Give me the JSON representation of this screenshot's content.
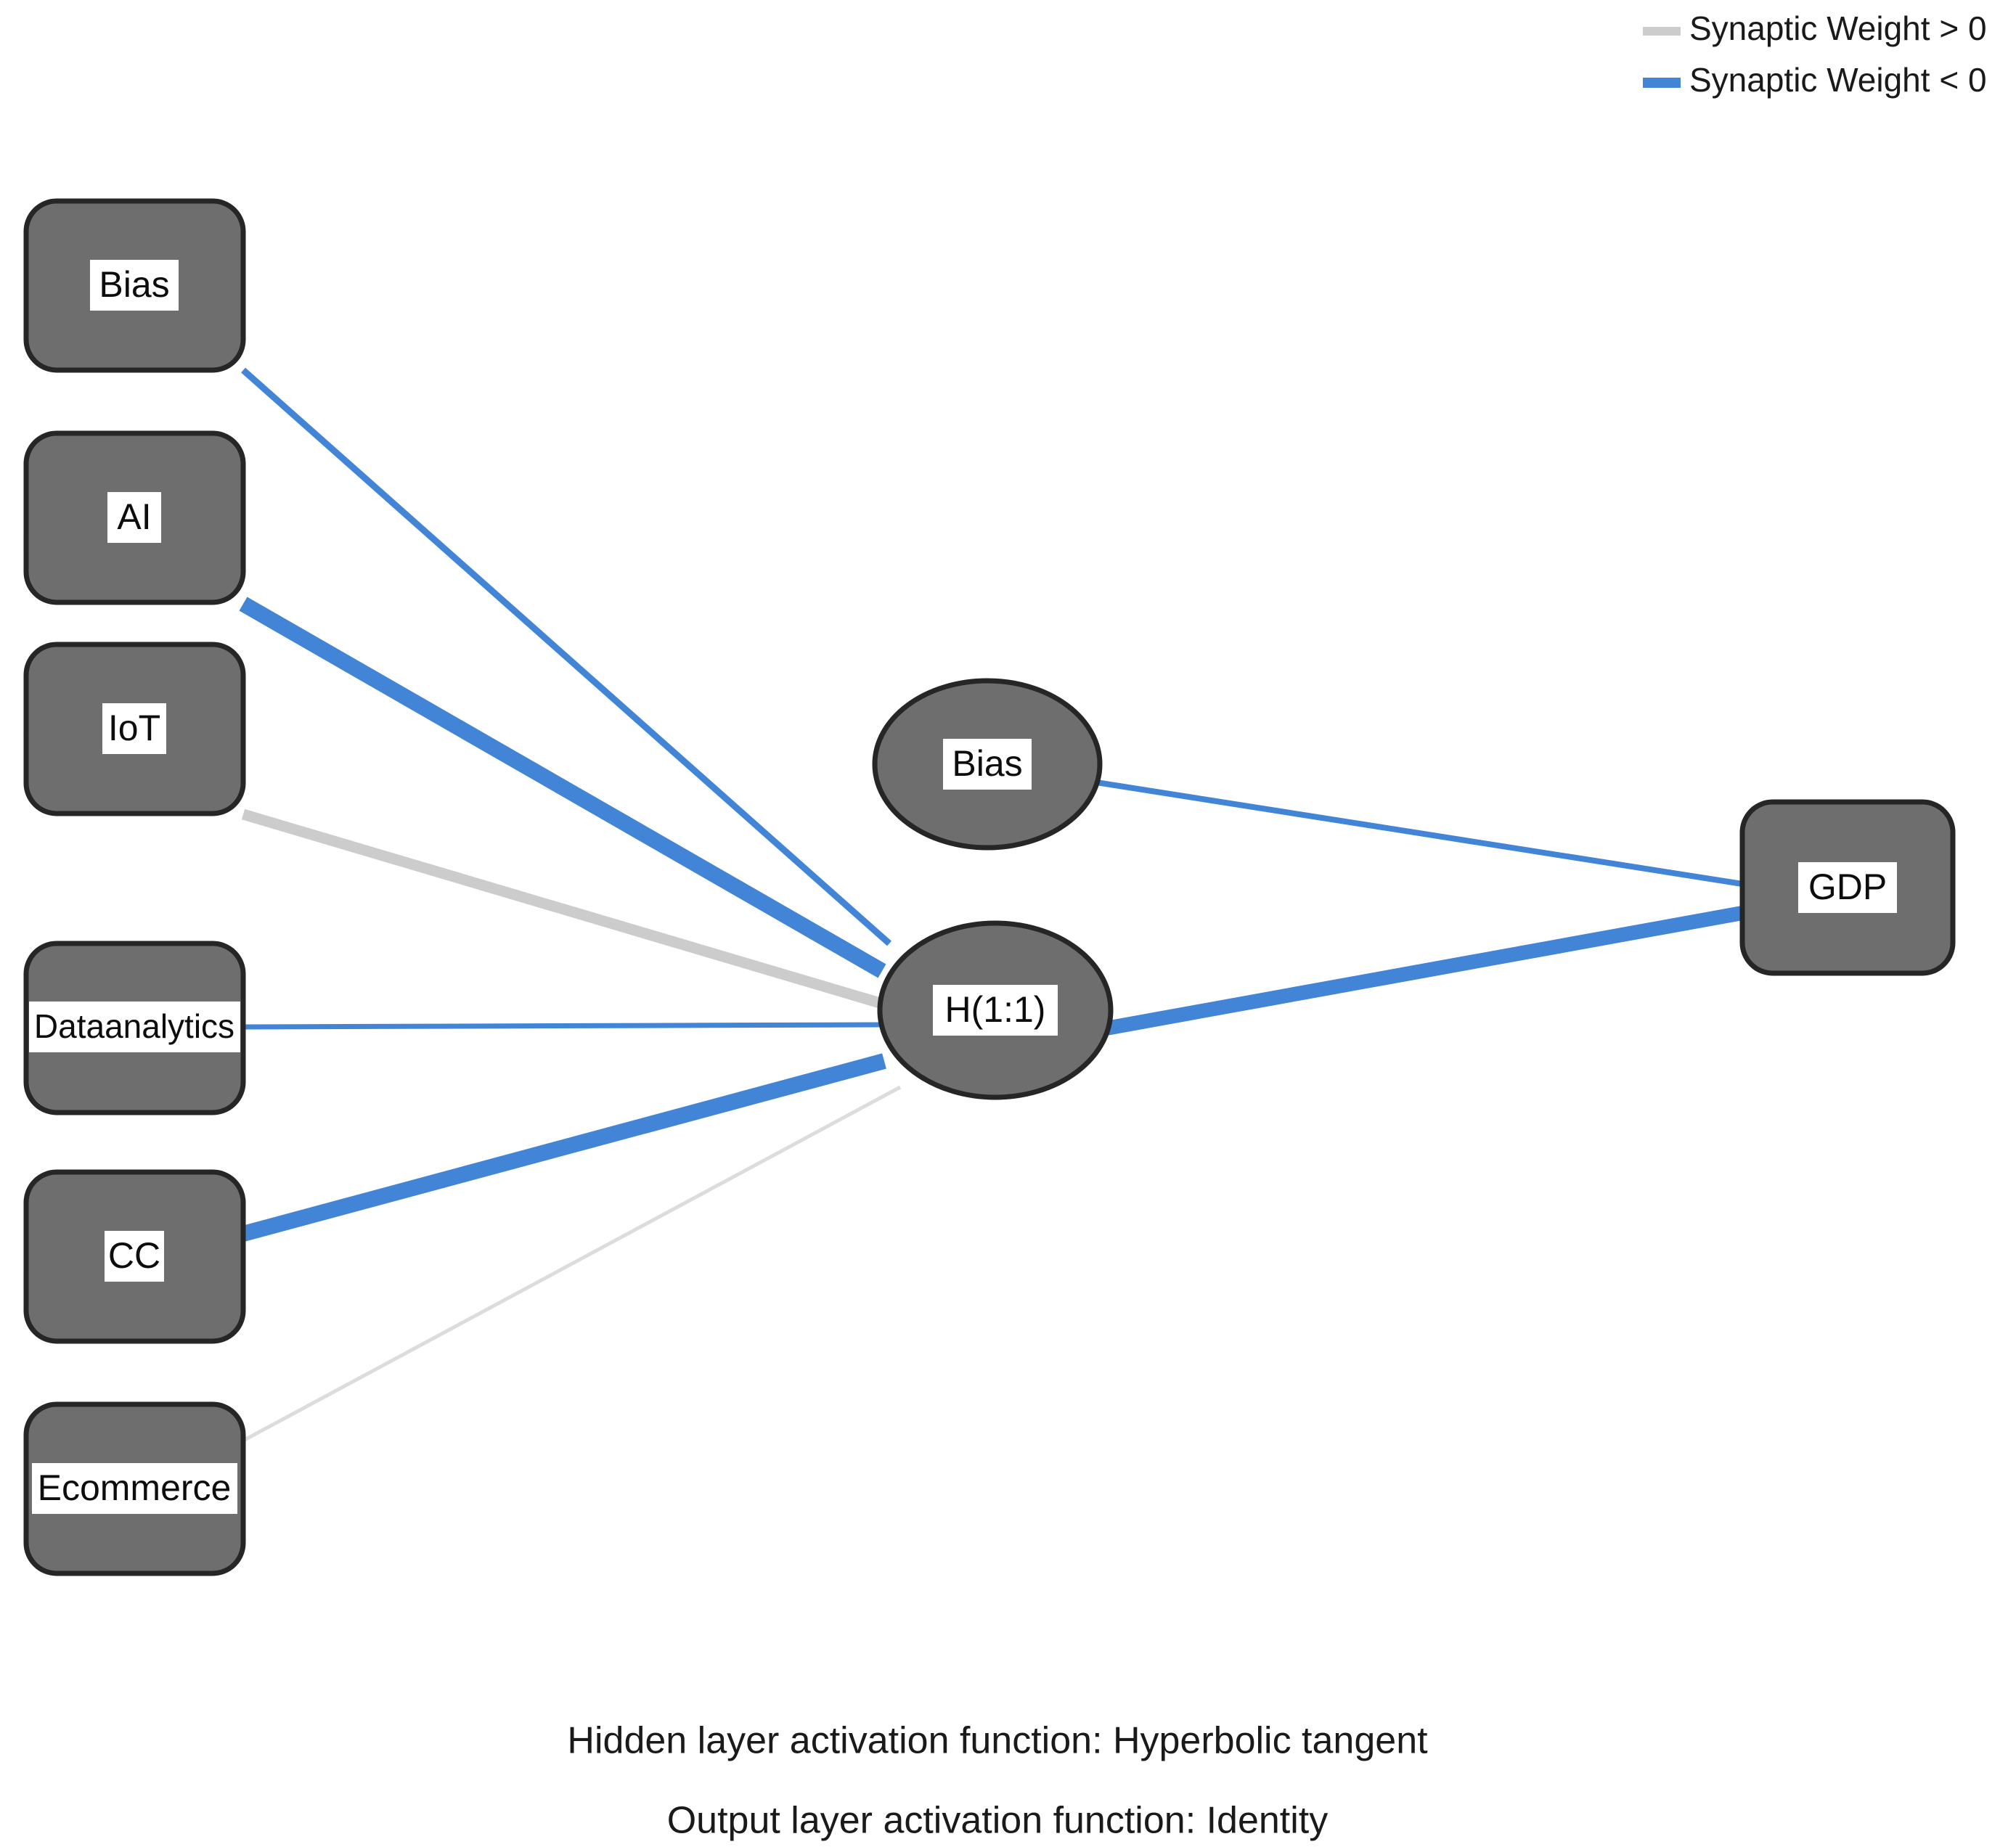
{
  "chart_data": {
    "type": "diagram",
    "title": "",
    "diagram_kind": "neural-network",
    "layers": [
      {
        "name": "input",
        "shape": "rounded-rect",
        "nodes": [
          {
            "id": "in_bias",
            "label": "Bias"
          },
          {
            "id": "in_ai",
            "label": "AI"
          },
          {
            "id": "in_iot",
            "label": "IoT"
          },
          {
            "id": "in_data",
            "label": "Dataanalytics"
          },
          {
            "id": "in_cc",
            "label": "CC"
          },
          {
            "id": "in_ecom",
            "label": "Ecommerce"
          }
        ]
      },
      {
        "name": "hidden",
        "shape": "ellipse",
        "nodes": [
          {
            "id": "h_bias",
            "label": "Bias"
          },
          {
            "id": "h_1_1",
            "label": "H(1:1)"
          }
        ]
      },
      {
        "name": "output",
        "shape": "rounded-rect",
        "nodes": [
          {
            "id": "out_gdp",
            "label": "GDP"
          }
        ]
      }
    ],
    "edges": [
      {
        "from": "in_bias",
        "to": "h_1_1",
        "sign": "negative",
        "weight_class": "thin"
      },
      {
        "from": "in_ai",
        "to": "h_1_1",
        "sign": "negative",
        "weight_class": "thick"
      },
      {
        "from": "in_iot",
        "to": "h_1_1",
        "sign": "positive",
        "weight_class": "medium"
      },
      {
        "from": "in_data",
        "to": "h_1_1",
        "sign": "negative",
        "weight_class": "thin"
      },
      {
        "from": "in_cc",
        "to": "h_1_1",
        "sign": "negative",
        "weight_class": "thick"
      },
      {
        "from": "in_ecom",
        "to": "h_1_1",
        "sign": "positive",
        "weight_class": "hairline"
      },
      {
        "from": "h_bias",
        "to": "out_gdp",
        "sign": "negative",
        "weight_class": "thin"
      },
      {
        "from": "h_1_1",
        "to": "out_gdp",
        "sign": "negative",
        "weight_class": "thick"
      }
    ]
  },
  "legend": {
    "position": "top-right",
    "items": [
      {
        "label": "Synaptic Weight > 0",
        "color": "#cccccc",
        "swatch": "positive-weight-swatch"
      },
      {
        "label": "Synaptic Weight < 0",
        "color": "#4285d6",
        "swatch": "negative-weight-swatch"
      }
    ]
  },
  "caption": {
    "line1": "Hidden layer activation function: Hyperbolic tangent",
    "line2": "Output layer activation function: Identity"
  },
  "colors": {
    "node_fill": "#6e6e6e",
    "node_stroke": "#262626",
    "label_bg": "#ffffff",
    "positive_weight": "#cccccc",
    "negative_weight": "#4285d6",
    "background": "#ffffff",
    "text": "#1a1a1a"
  }
}
